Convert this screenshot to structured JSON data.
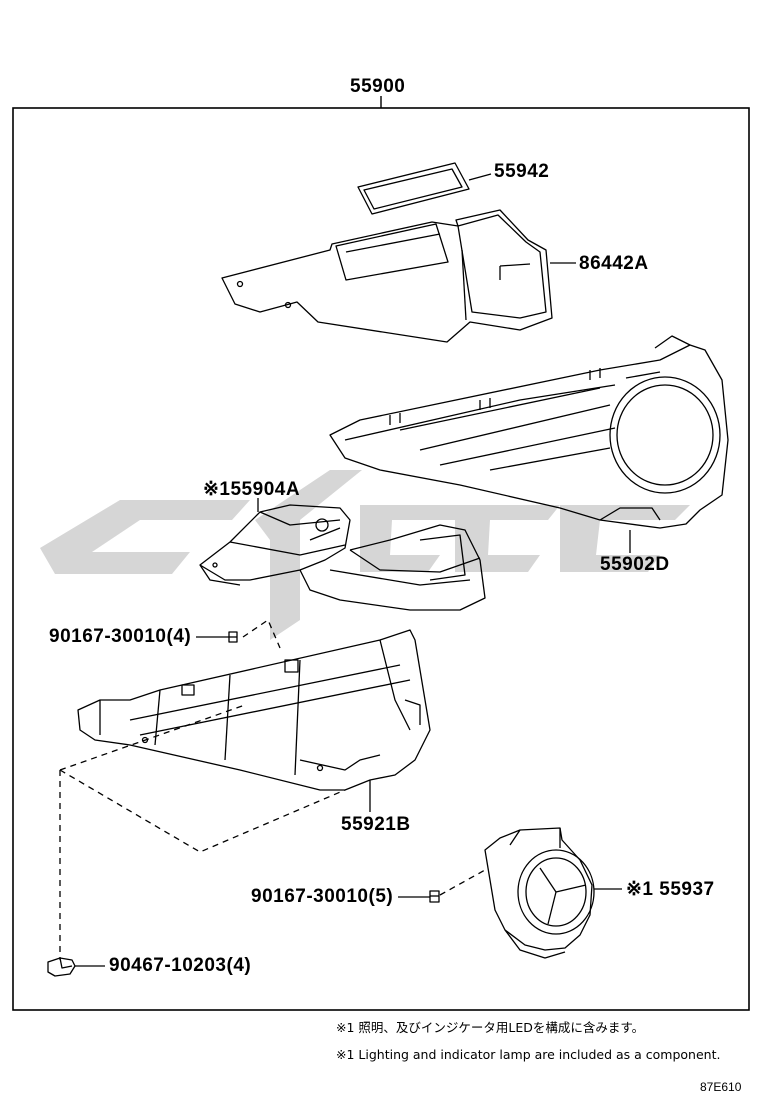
{
  "labels": {
    "assembly": "55900",
    "part_55942": "55942",
    "part_86442A": "86442A",
    "part_55904A": "※155904A",
    "part_55902D": "55902D",
    "screw_top": "90167-30010(4)",
    "part_55921B": "55921B",
    "screw_bottom": "90167-30010(5)",
    "part_55937": "※1 55937",
    "clip": "90467-10203(4)"
  },
  "notes": {
    "jp": "※1 照明、及びインジケータ用LEDを構成に含みます。",
    "en": "※1 Lighting and indicator lamp are included as a component."
  },
  "diagram_code": "87E610",
  "watermark_color": "#c8c8c8",
  "line_color": "#000000"
}
